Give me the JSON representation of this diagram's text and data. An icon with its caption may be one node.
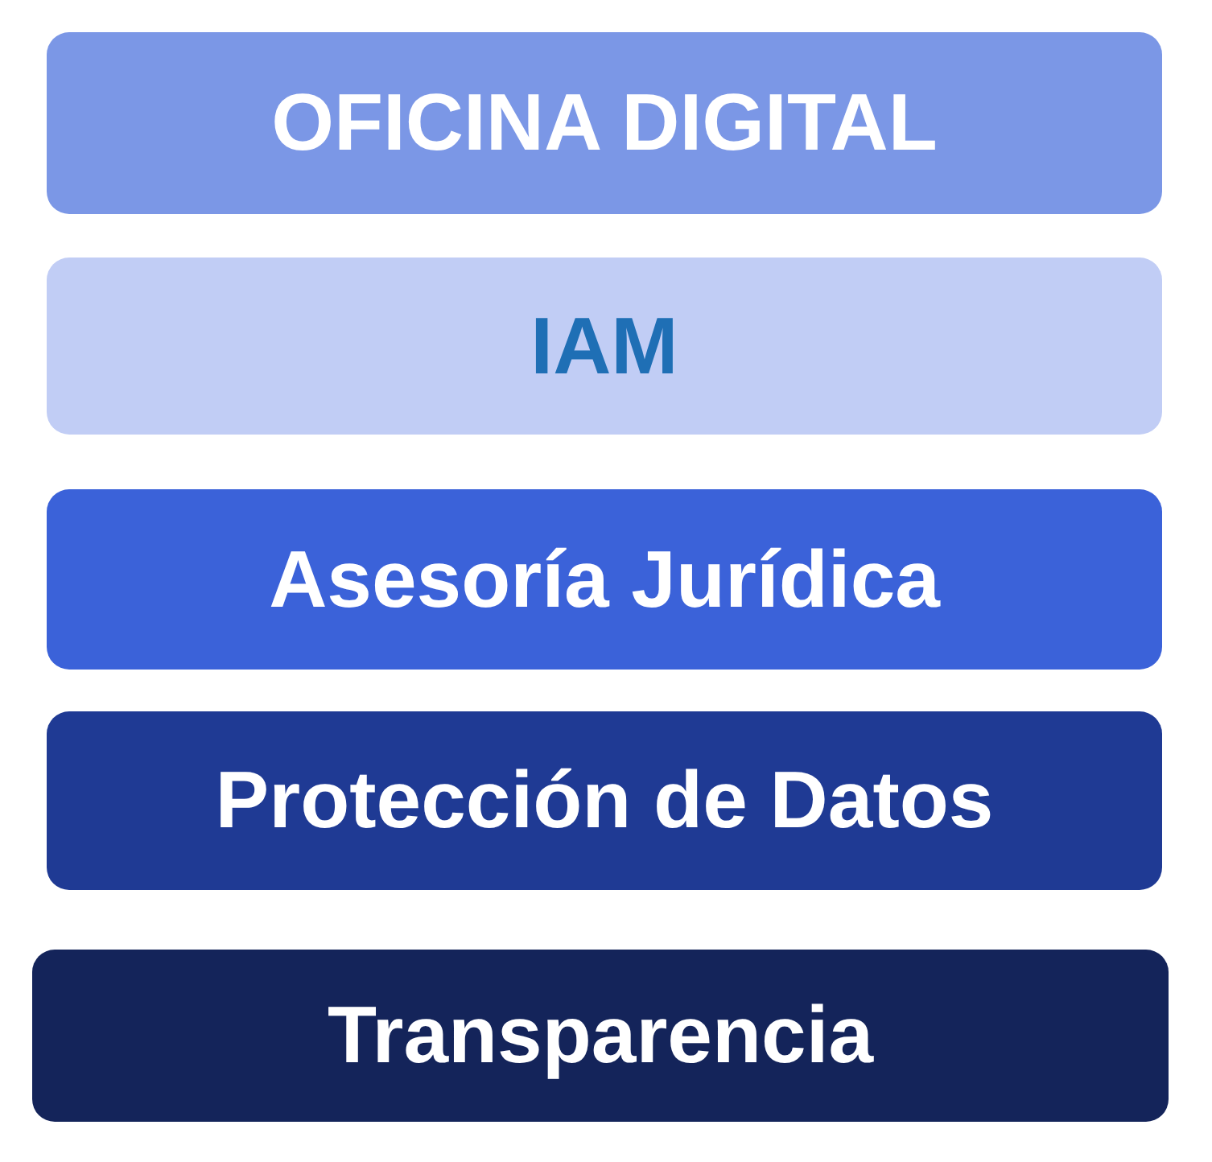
{
  "diagram": {
    "nodes": [
      {
        "text": [
          "OFICINA DIGITAL"
        ]
      },
      {
        "text": [
          "IAM"
        ]
      },
      {
        "text": [
          "Asesoría Jurídica"
        ]
      },
      {
        "text": [
          "Protección de Datos"
        ]
      },
      {
        "text": [
          "Transparencia"
        ]
      }
    ]
  }
}
